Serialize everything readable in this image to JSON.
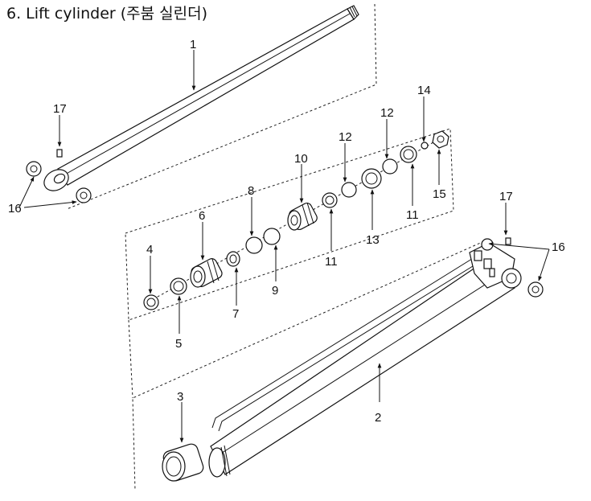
{
  "title": "6. Lift cylinder (주붐 실린더)",
  "callouts": [
    "1",
    "2",
    "3",
    "4",
    "5",
    "6",
    "7",
    "8",
    "9",
    "10",
    "11",
    "11",
    "12",
    "12",
    "13",
    "14",
    "15",
    "16",
    "16",
    "17",
    "17"
  ]
}
